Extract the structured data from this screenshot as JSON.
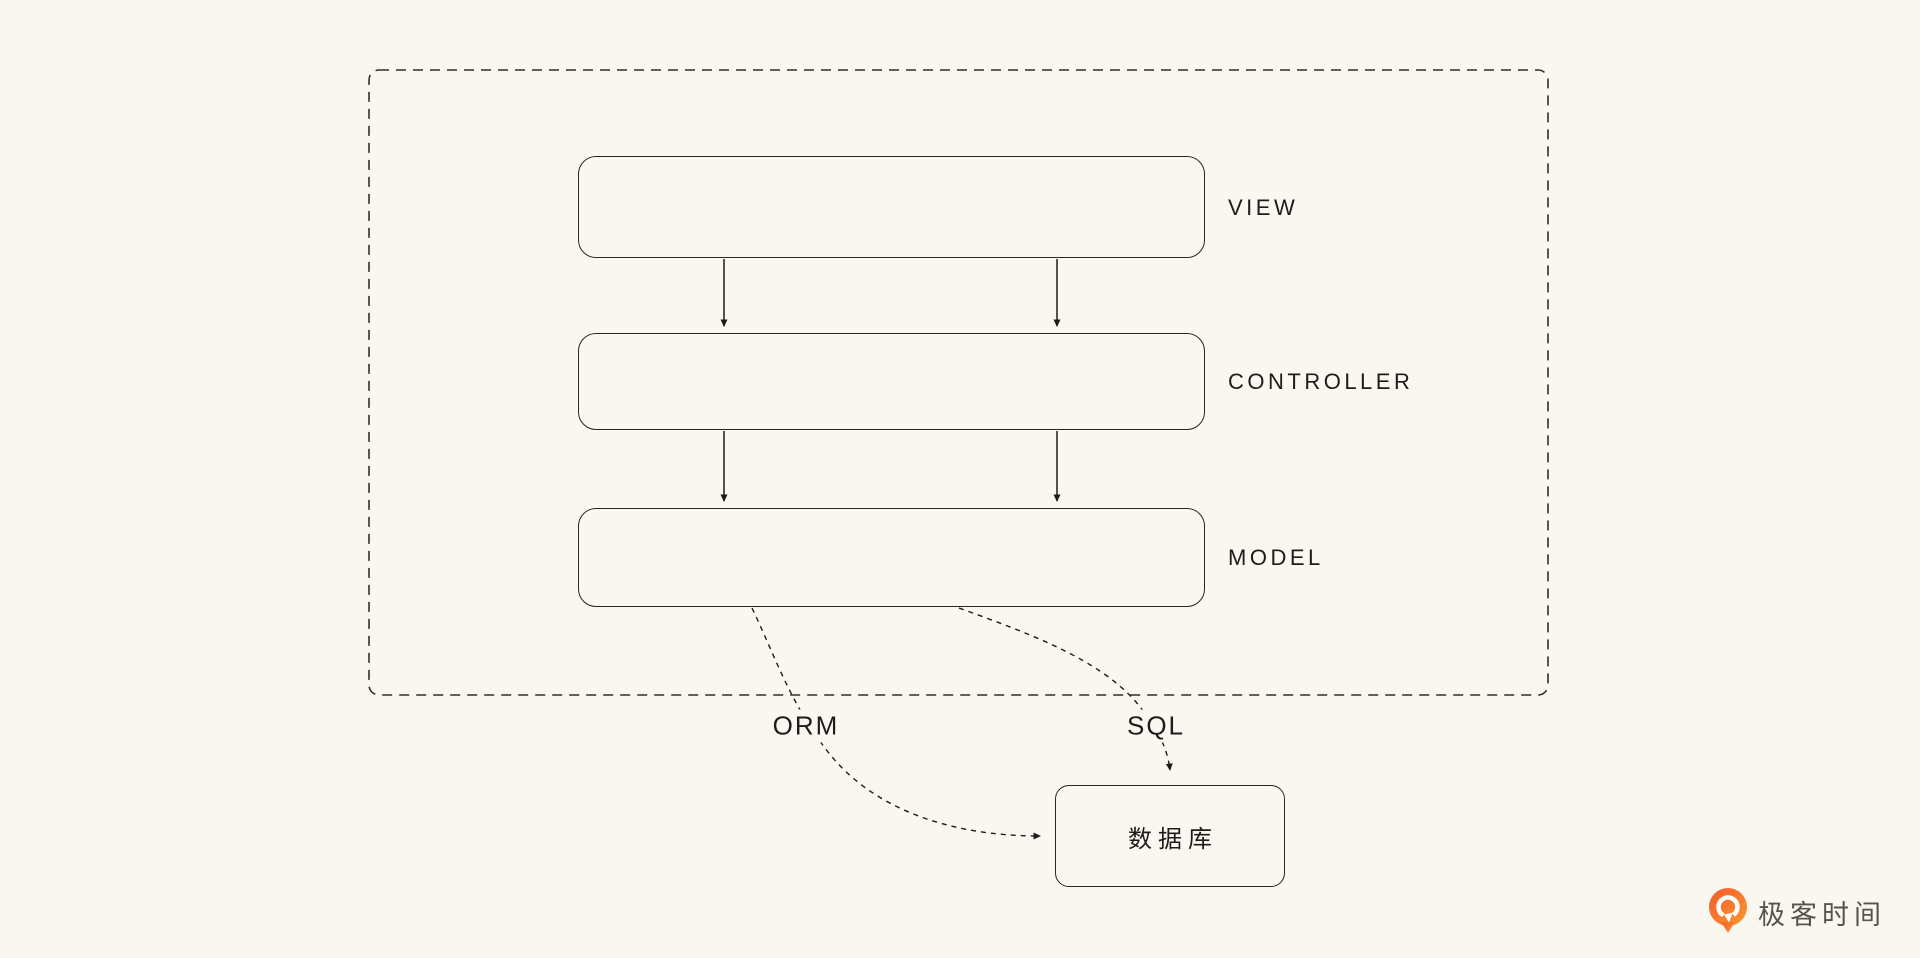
{
  "canvas": {
    "background": "#faf7f0",
    "ink": "#1c1c1c",
    "border_color": "#262626"
  },
  "diagram": {
    "type": "architecture-flow",
    "container": {
      "style": "dashed-rounded-rectangle"
    },
    "nodes": [
      {
        "id": "view",
        "label": "VIEW"
      },
      {
        "id": "controller",
        "label": "CONTROLLER"
      },
      {
        "id": "model",
        "label": "MODEL"
      },
      {
        "id": "database",
        "label": "数据库"
      }
    ],
    "edges": [
      {
        "from": "view",
        "to": "controller",
        "style": "solid-arrow-down",
        "count": 2
      },
      {
        "from": "controller",
        "to": "model",
        "style": "solid-arrow-down",
        "count": 2
      },
      {
        "from": "model",
        "to": "database",
        "style": "dashed-curve",
        "label": "ORM"
      },
      {
        "from": "model",
        "to": "database",
        "style": "dashed-curve",
        "label": "SQL"
      }
    ],
    "labels": {
      "view": "VIEW",
      "controller": "CONTROLLER",
      "model": "MODEL",
      "orm": "ORM",
      "sql": "SQL",
      "database": "数据库"
    }
  },
  "logo": {
    "text": "极客时间",
    "icon": "geektime-pin-icon",
    "orange_start": "#f4592b",
    "orange_end": "#fb9a30"
  }
}
